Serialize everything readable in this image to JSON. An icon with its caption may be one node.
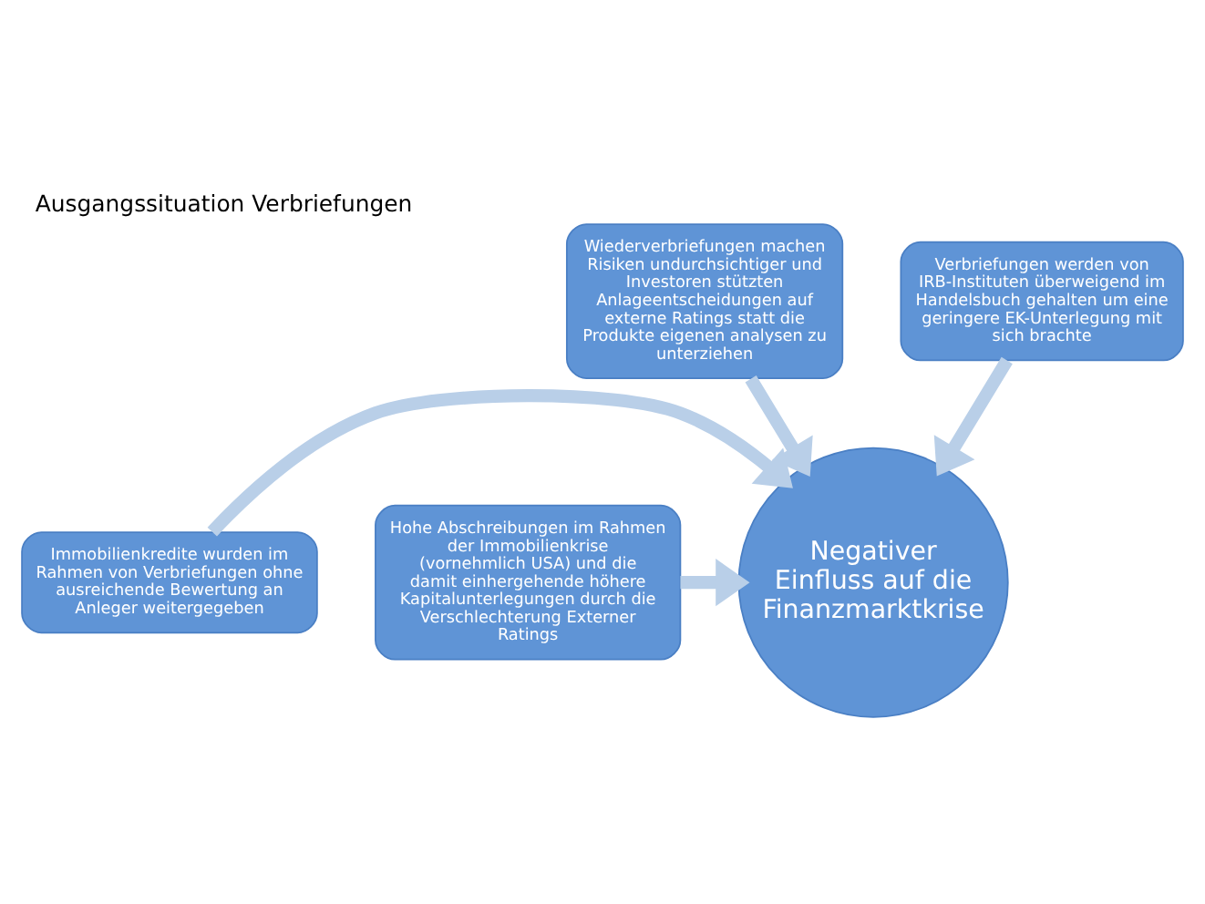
{
  "diagram": {
    "title": "Ausgangssituation Verbriefungen",
    "nodes": [
      {
        "text": [
          "Wiederverbriefungen machen Risiken undurchsichtiger und Investoren stützten Anlageentscheidungen auf externe Ratings statt die Produkte eigenen analysen zu unterziehen"
        ]
      },
      {
        "text": [
          "Verbriefungen werden von IRB-Instituten überweigend im Handelsbuch gehalten um eine geringere EK-Unterlegung mit sich brachte"
        ]
      },
      {
        "text": [
          "Immobilienkredite wurden im Rahmen von Verbriefungen ohne ausreichende Bewertung an Anleger weitergegeben"
        ]
      },
      {
        "text": [
          "Hohe Abschreibungen im Rahmen der Immobilienkrise (vornehmlich USA) und die damit einhergehende höhere Kapitalunterlegungen durch die Verschlechterung Externer Ratings"
        ]
      },
      {
        "text": [
          "Negativer Einfluss auf die Finanzmarktkrise"
        ]
      }
    ],
    "edges": [
      {
        "from": 0,
        "to": 4,
        "arrow": "to"
      },
      {
        "from": 1,
        "to": 4,
        "arrow": "to"
      },
      {
        "from": 2,
        "to": 4,
        "arrow": "to"
      },
      {
        "from": 3,
        "to": 4,
        "arrow": "to"
      }
    ]
  }
}
